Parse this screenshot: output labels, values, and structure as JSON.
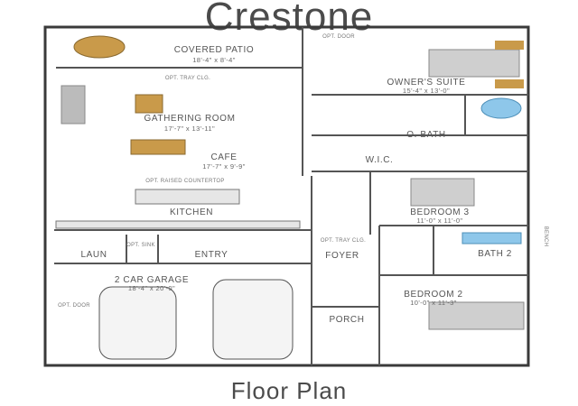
{
  "title": "Crestone",
  "footer": "Floor Plan",
  "rooms": {
    "covered_patio": {
      "name": "COVERED PATIO",
      "dims": "18'-4\" x 8'-4\""
    },
    "gathering_room": {
      "name": "GATHERING ROOM",
      "dims": "17'-7\" x 13'-11\""
    },
    "cafe": {
      "name": "CAFE",
      "dims": "17'-7\" x 9'-9\""
    },
    "kitchen": {
      "name": "KITCHEN"
    },
    "owners_suite": {
      "name": "OWNER'S SUITE",
      "dims": "15'-4\" x 13'-0\""
    },
    "o_bath": {
      "name": "O. BATH"
    },
    "wic": {
      "name": "W.I.C."
    },
    "bedroom3": {
      "name": "BEDROOM 3",
      "dims": "11'-0\" x 11'-0\""
    },
    "bath2": {
      "name": "BATH 2"
    },
    "bedroom2": {
      "name": "BEDROOM 2",
      "dims": "10'-0\" x 11'-3\""
    },
    "laun": {
      "name": "LAUN"
    },
    "entry": {
      "name": "ENTRY"
    },
    "foyer": {
      "name": "FOYER"
    },
    "porch": {
      "name": "PORCH"
    },
    "garage": {
      "name": "2 CAR GARAGE",
      "dims": "18'-4\" x 20'-0\""
    }
  },
  "notes": {
    "opt_door_top": "OPT. DOOR",
    "opt_tray_clg_top": "OPT. TRAY CLG.",
    "opt_raised_countertop": "OPT. RAISED COUNTERTOP",
    "opt_sink": "OPT. SINK",
    "opt_tray_clg_foyer": "OPT. TRAY CLG.",
    "opt_door_garage": "OPT. DOOR",
    "bench": "BENCH"
  }
}
